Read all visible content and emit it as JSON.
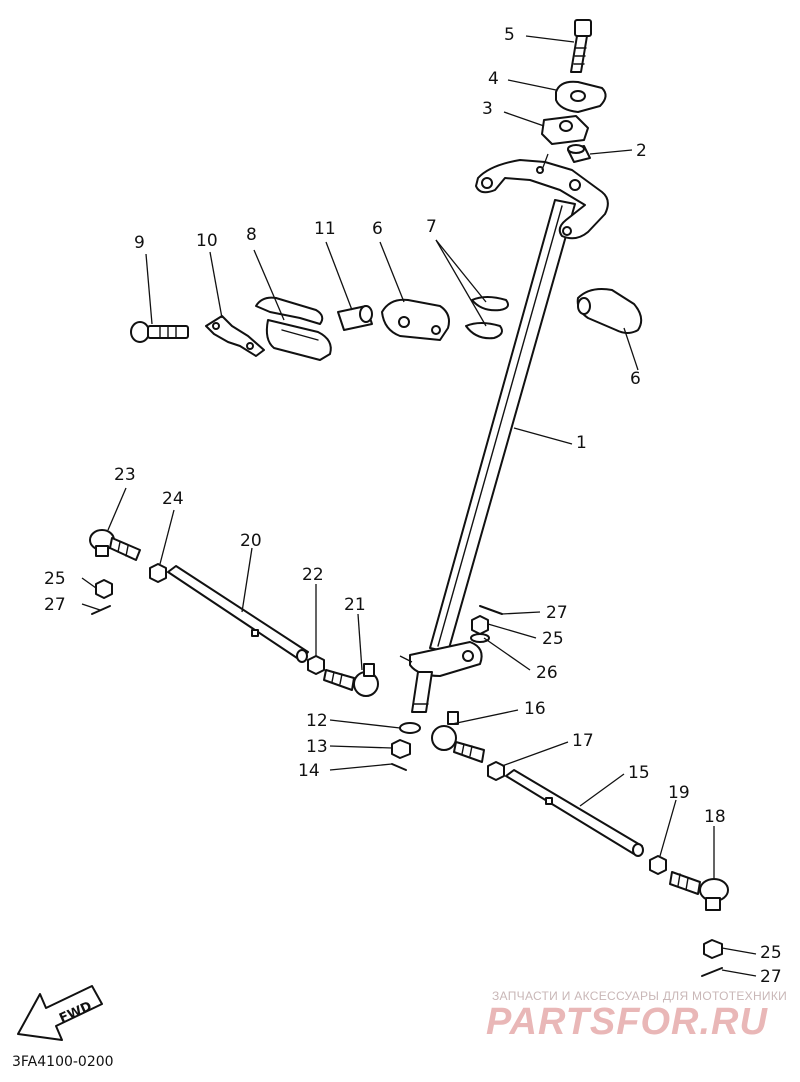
{
  "diagram": {
    "code": "3FA4100-0200",
    "fwd_label": "FWD",
    "callouts": [
      "5",
      "4",
      "3",
      "2",
      "9",
      "10",
      "8",
      "11",
      "6",
      "7",
      "6",
      "1",
      "23",
      "24",
      "20",
      "22",
      "21",
      "25",
      "27",
      "27",
      "25",
      "26",
      "12",
      "13",
      "14",
      "16",
      "17",
      "15",
      "19",
      "18",
      "25",
      "27"
    ]
  },
  "watermark": {
    "caption": "ЗАПЧАСТИ И АКСЕССУАРЫ ДЛЯ МОТОТЕХНИКИ",
    "brand": "PARTSFOR.RU"
  }
}
